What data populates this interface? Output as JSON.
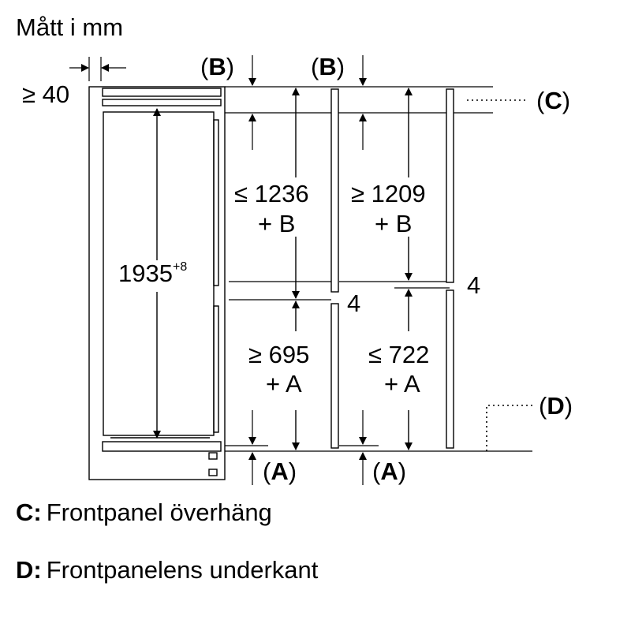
{
  "title": "Mått i mm",
  "dims": {
    "gap_top": "≥ 40",
    "height_total": "1935",
    "height_tolerance": "+8",
    "upper_left": "≤ 1236",
    "upper_left_plus": "+ B",
    "upper_right": "≥ 1209",
    "upper_right_plus": "+ B",
    "lower_left": "≥ 695",
    "lower_left_plus": "+ A",
    "lower_right": "≤ 722",
    "lower_right_plus": "+ A",
    "gap_left": "4",
    "gap_right": "4"
  },
  "markers": {
    "b": "B",
    "a": "A",
    "c": "C",
    "d": "D",
    "open": "(",
    "close": ")"
  },
  "legend": [
    {
      "key": "C:",
      "text": "Frontpanel överhäng"
    },
    {
      "key": "D:",
      "text": "Frontpanelens underkant"
    }
  ]
}
